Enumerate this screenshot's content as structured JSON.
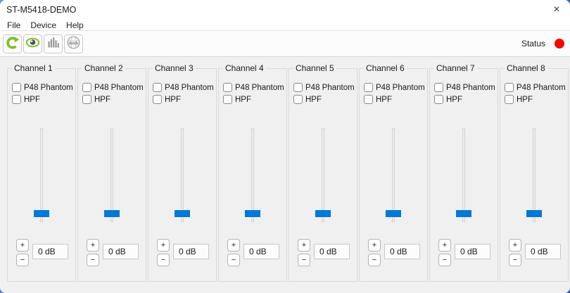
{
  "window": {
    "title": "ST-M5418-DEMO",
    "close_glyph": "×"
  },
  "menu_bar": {
    "items": [
      {
        "label": "File"
      },
      {
        "label": "Device"
      },
      {
        "label": "Help"
      }
    ]
  },
  "toolbar": {
    "globe_text": "www",
    "status_label": "Status",
    "status_color": "#ff0000"
  },
  "colors": {
    "slider_handle_blue": "#0078d7",
    "status_red": "#ff0000",
    "icon_green": "#7cc120",
    "icon_gray": "#9b9b9b",
    "panel_background": "#f0f0f0"
  },
  "channels": [
    {
      "title": "Channel 1",
      "p48_label": "P48 Phantom",
      "p48_checked": false,
      "hpf_label": "HPF",
      "hpf_checked": false,
      "gain": "0 dB",
      "increase_glyph": "+",
      "decrease_glyph": "−"
    },
    {
      "title": "Channel 2",
      "p48_label": "P48 Phantom",
      "p48_checked": false,
      "hpf_label": "HPF",
      "hpf_checked": false,
      "gain": "0 dB",
      "increase_glyph": "+",
      "decrease_glyph": "−"
    },
    {
      "title": "Channel 3",
      "p48_label": "P48 Phantom",
      "p48_checked": false,
      "hpf_label": "HPF",
      "hpf_checked": false,
      "gain": "0 dB",
      "increase_glyph": "+",
      "decrease_glyph": "−"
    },
    {
      "title": "Channel 4",
      "p48_label": "P48 Phantom",
      "p48_checked": false,
      "hpf_label": "HPF",
      "hpf_checked": false,
      "gain": "0 dB",
      "increase_glyph": "+",
      "decrease_glyph": "−"
    },
    {
      "title": "Channel 5",
      "p48_label": "P48 Phantom",
      "p48_checked": false,
      "hpf_label": "HPF",
      "hpf_checked": false,
      "gain": "0 dB",
      "increase_glyph": "+",
      "decrease_glyph": "−"
    },
    {
      "title": "Channel 6",
      "p48_label": "P48 Phantom",
      "p48_checked": false,
      "hpf_label": "HPF",
      "hpf_checked": false,
      "gain": "0 dB",
      "increase_glyph": "+",
      "decrease_glyph": "−"
    },
    {
      "title": "Channel 7",
      "p48_label": "P48 Phantom",
      "p48_checked": false,
      "hpf_label": "HPF",
      "hpf_checked": false,
      "gain": "0 dB",
      "increase_glyph": "+",
      "decrease_glyph": "−"
    },
    {
      "title": "Channel 8",
      "p48_label": "P48 Phantom",
      "p48_checked": false,
      "hpf_label": "HPF",
      "hpf_checked": false,
      "gain": "0 dB",
      "increase_glyph": "+",
      "decrease_glyph": "−"
    }
  ]
}
